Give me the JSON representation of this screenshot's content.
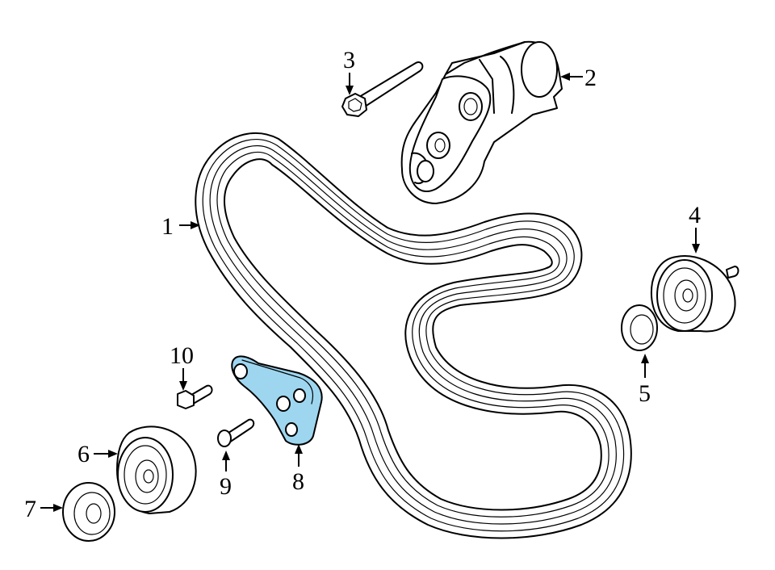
{
  "diagram": {
    "highlight_color": "#9ed6f0",
    "line_color": "#000000",
    "background": "#ffffff",
    "callouts": [
      {
        "id": "1",
        "label": "1",
        "part": "drive-belt"
      },
      {
        "id": "2",
        "label": "2",
        "part": "belt-tensioner"
      },
      {
        "id": "3",
        "label": "3",
        "part": "tensioner-bolt"
      },
      {
        "id": "4",
        "label": "4",
        "part": "idler-pulley-upper"
      },
      {
        "id": "5",
        "label": "5",
        "part": "pulley-cover-upper"
      },
      {
        "id": "6",
        "label": "6",
        "part": "idler-pulley-lower"
      },
      {
        "id": "7",
        "label": "7",
        "part": "pulley-cover-lower"
      },
      {
        "id": "8",
        "label": "8",
        "part": "idler-bracket"
      },
      {
        "id": "9",
        "label": "9",
        "part": "bracket-bolt"
      },
      {
        "id": "10",
        "label": "10",
        "part": "pulley-bolt"
      }
    ]
  }
}
